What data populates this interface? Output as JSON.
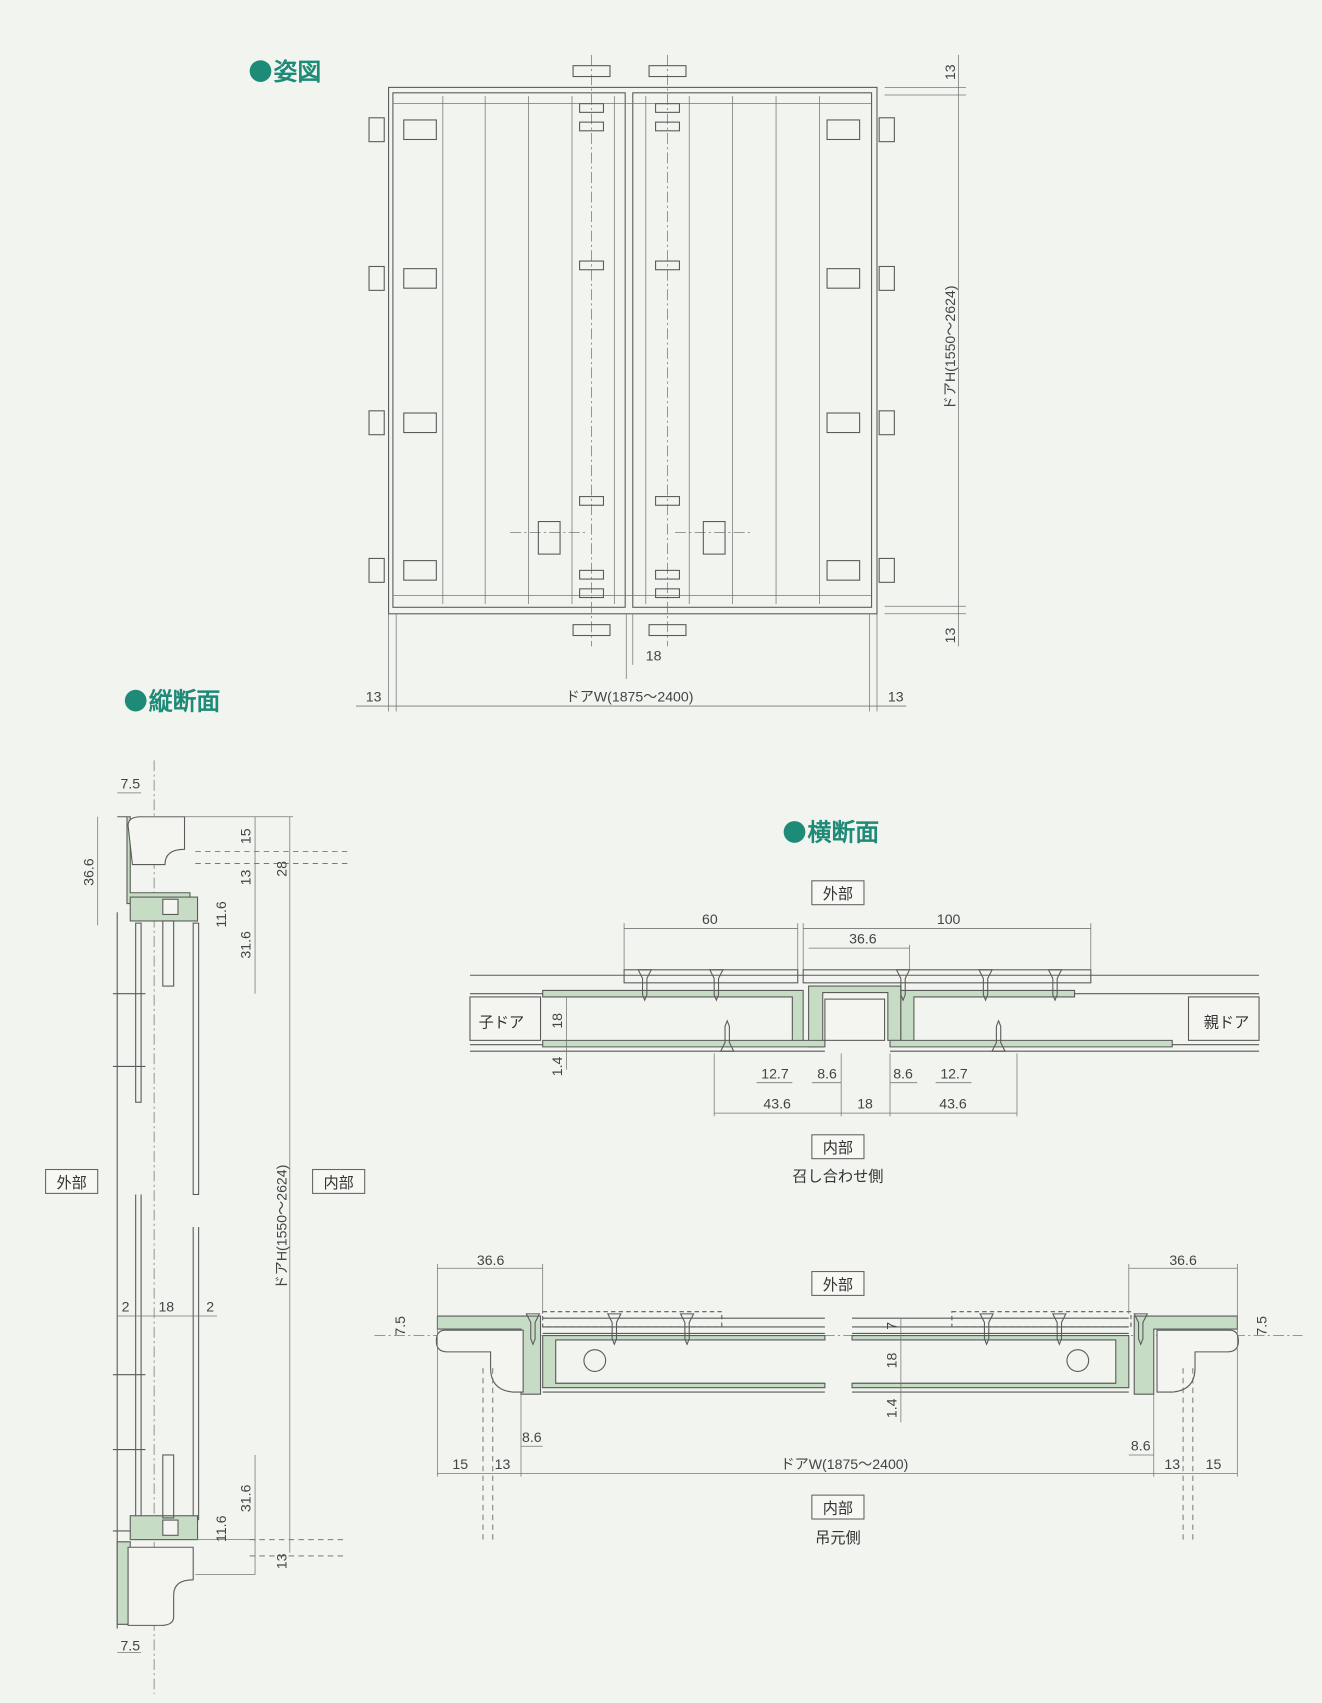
{
  "elevation": {
    "title": "姿図",
    "dim_top": "13",
    "dim_bottom": "13",
    "height": "ドアH(1550～2624)",
    "width": "ドアW(1875～2400)",
    "dim_left": "13",
    "dim_right": "13",
    "gap": "18"
  },
  "vertical_section": {
    "title": "縦断面",
    "outside": "外部",
    "inside": "内部",
    "top_7_5": "7.5",
    "d36_6": "36.6",
    "d15": "15",
    "d13_top": "13",
    "d28": "28",
    "d11_6_top": "11.6",
    "d31_6_top": "31.6",
    "d2_left": "2",
    "d18": "18",
    "d2_right": "2",
    "height": "ドアH(1550～2624)",
    "d31_6_bottom": "31.6",
    "d11_6_bottom": "11.6",
    "d13_bottom": "13",
    "bottom_7_5": "7.5"
  },
  "horizontal_section": {
    "title": "横断面",
    "meeting": {
      "outside": "外部",
      "d60": "60",
      "d100": "100",
      "d36_6": "36.6",
      "child_door": "子ドア",
      "parent_door": "親ドア",
      "d18_v": "18",
      "d1_4": "1.4",
      "d12_7_l": "12.7",
      "d8_6_l": "8.6",
      "d8_6_r": "8.6",
      "d12_7_r": "12.7",
      "d43_6_l": "43.6",
      "d18": "18",
      "d43_6_r": "43.6",
      "inside": "内部",
      "caption": "召し合わせ側"
    },
    "hinge": {
      "d36_6_l": "36.6",
      "d36_6_r": "36.6",
      "outside": "外部",
      "d7_5_l": "7.5",
      "d7": "7",
      "d18": "18",
      "d1_4": "1.4",
      "d7_5_r": "7.5",
      "d8_6_l": "8.6",
      "d8_6_r": "8.6",
      "d15_l": "15",
      "d13_l": "13",
      "width": "ドアW(1875～2400)",
      "d13_r": "13",
      "d15_r": "15",
      "inside": "内部",
      "caption": "吊元側"
    }
  },
  "colors": {
    "title": "#1e8a78",
    "profile": "#c6dcc5",
    "background": "#f2f4ef"
  }
}
